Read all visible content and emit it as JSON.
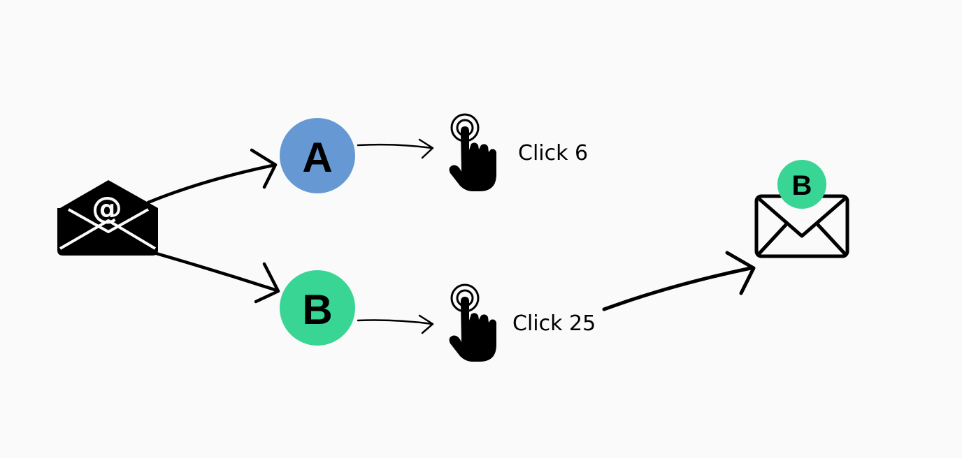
{
  "variants": {
    "a": {
      "label": "A",
      "color": "#6699d3",
      "clicks_label": "Click 6"
    },
    "b": {
      "label": "B",
      "color": "#38d594",
      "clicks_label": "Click 25"
    }
  },
  "winner": {
    "label": "B",
    "color": "#38d594"
  },
  "icons": {
    "source": "email-at-icon",
    "pointer": "tap-pointer-icon",
    "result": "envelope-icon"
  },
  "colors": {
    "background": "#fafafa",
    "ink": "#000000"
  }
}
